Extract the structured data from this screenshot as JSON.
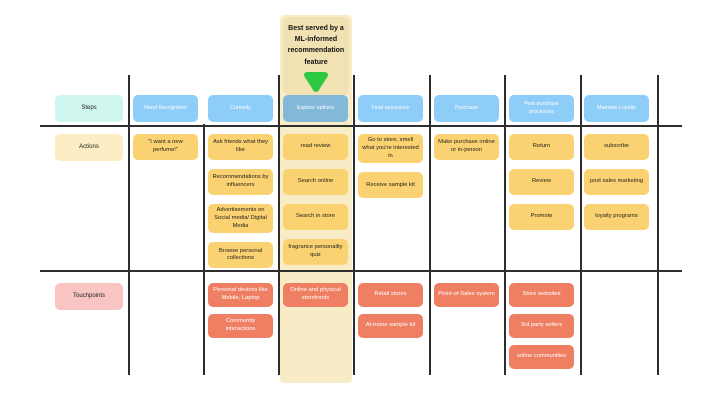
{
  "colors": {
    "step_blue": "#8ECDF7",
    "step_highlight_blue": "#82B9D9",
    "action_yellow": "#FBD271",
    "touchpoint_red": "#EF7F63",
    "steps_label_bg": "#CFF6EF",
    "actions_label_bg": "#FCEDC4",
    "touchpoints_label_bg": "#F9C5C2",
    "highlight_band": "#F8ECC7",
    "annotation_card": "#F2E1B3",
    "arrow_green": "#2EC943",
    "grid_line": "#2D2D2D"
  },
  "annotation": {
    "text": "Best served by a ML-informed recommendation feature",
    "icon": "down-arrow"
  },
  "row_labels": [
    {
      "key": "steps",
      "label": "Steps"
    },
    {
      "key": "actions",
      "label": "Actions"
    },
    {
      "key": "touchpoints",
      "label": "Touchpoints"
    }
  ],
  "columns": [
    {
      "step": "Need Recognition",
      "actions": [
        "\"I want a new perfume!\""
      ],
      "touchpoints": []
    },
    {
      "step": "Curiosity",
      "actions": [
        "Ask friends what they like",
        "Recommendations by influencers",
        "Advertisements on Social media/ Digital Media",
        "Browse personal collections"
      ],
      "touchpoints": [
        "Personal devices like Mobile, Laptop",
        "Community interactions"
      ]
    },
    {
      "step": "Explore options",
      "highlighted": true,
      "actions": [
        "read review",
        "Search online",
        "Search in store",
        "fragrance personality quiz"
      ],
      "touchpoints": [
        "Online and physical storefronts"
      ]
    },
    {
      "step": "Final assurance",
      "actions": [
        "Go to store, smell what you're interested in",
        "Receive sample kit"
      ],
      "touchpoints": [
        "Retail stores",
        "At-home sample kit"
      ]
    },
    {
      "step": "Purchase",
      "actions": [
        "Make purchase online or in-person"
      ],
      "touchpoints": [
        "Point-of-Sales system"
      ]
    },
    {
      "step": "Post purchase processes",
      "actions": [
        "Return",
        "Review",
        "Promote"
      ],
      "touchpoints": [
        "Store websites",
        "3rd party sellers",
        "online communities"
      ]
    },
    {
      "step": "Maintain Loyalty",
      "actions": [
        "subscribe",
        "post sales marketing",
        "loyalty programs"
      ],
      "touchpoints": []
    }
  ]
}
